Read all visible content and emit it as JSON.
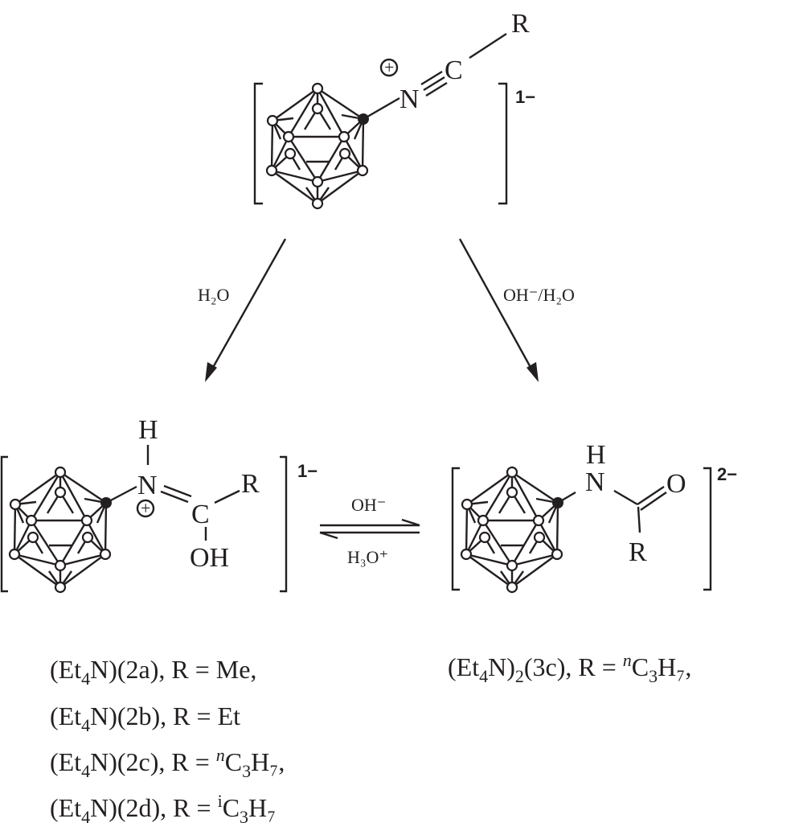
{
  "colors": {
    "ink": "#231f20",
    "background": "#ffffff"
  },
  "top": {
    "R": "R",
    "N": "N",
    "C": "C",
    "plus": "+",
    "charge": "1−"
  },
  "arrows": {
    "left_reagent": "H₂O",
    "right_reagent": "OH⁻/H₂O",
    "forward": "OH⁻",
    "backward": "H₃O⁺"
  },
  "left_product": {
    "H": "H",
    "N": "N",
    "C": "C",
    "R": "R",
    "OH": "OH",
    "plus": "+",
    "charge": "1−"
  },
  "right_product": {
    "H": "H",
    "N": "N",
    "O": "O",
    "R": "R",
    "charge": "2−"
  },
  "labels_left": [
    {
      "prefix": "(Et",
      "sub": "4",
      "mid": "N)(2a), R = ",
      "sup": "",
      "rest": "Me,",
      "sub2": "",
      "tail": ""
    },
    {
      "prefix": "(Et",
      "sub": "4",
      "mid": "N)(2b), R = ",
      "sup": "",
      "rest": "Et",
      "sub2": "",
      "tail": ""
    },
    {
      "prefix": "(Et",
      "sub": "4",
      "mid": "N)(2c), R = ",
      "sup": "n",
      "rest": "C",
      "sub2": "3",
      "tail": "H₇,"
    },
    {
      "prefix": "(Et",
      "sub": "4",
      "mid": "N)(2d), R = ",
      "sup": "i",
      "rest": "C",
      "sub2": "3",
      "tail": "H₇"
    }
  ],
  "label_right": {
    "prefix": "(Et",
    "sub": "4",
    "mid": "N)",
    "sub_b": "2",
    "mid2": "(3c), R = ",
    "sup": "n",
    "rest": "C",
    "sub2": "3",
    "tail": "H₇,"
  }
}
